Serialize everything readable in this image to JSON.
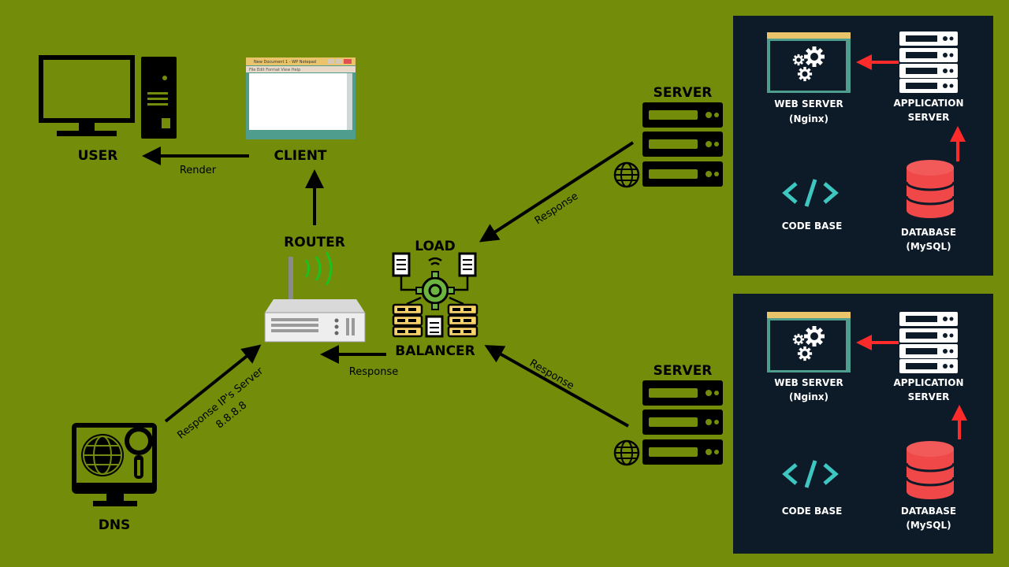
{
  "colors": {
    "background": "#738c0a",
    "panel": "#0d1a28",
    "red_arrow": "#ff2b2b",
    "code_icon": "#3ec6c0",
    "database": "#f04848",
    "gear_green": "#6db33f",
    "server_yellow": "#f8d26b"
  },
  "labels": {
    "user": "USER",
    "client": "CLIENT",
    "router": "ROUTER",
    "load": "LOAD",
    "balancer": "BALANCER",
    "dns": "DNS",
    "server_top": "SERVER",
    "server_bottom": "SERVER"
  },
  "edges": {
    "render": "Render",
    "response_router": "Response",
    "response_top": "Response",
    "response_bottom": "Response",
    "dns_line1": "Response IP's Server",
    "dns_line2": "8.8.8.8"
  },
  "client_window": {
    "title": "New Document 1 - WP Notepad",
    "menu": "File  Edit  Format  View  Help"
  },
  "panels": [
    {
      "web_server": "WEB SERVER",
      "web_server_sub": "(Nginx)",
      "app_server": "APPLICATION",
      "app_server_sub": "SERVER",
      "code_base": "CODE BASE",
      "database": "DATABASE",
      "database_sub": "(MySQL)"
    },
    {
      "web_server": "WEB SERVER",
      "web_server_sub": "(Nginx)",
      "app_server": "APPLICATION",
      "app_server_sub": "SERVER",
      "code_base": "CODE BASE",
      "database": "DATABASE",
      "database_sub": "(MySQL)"
    }
  ]
}
